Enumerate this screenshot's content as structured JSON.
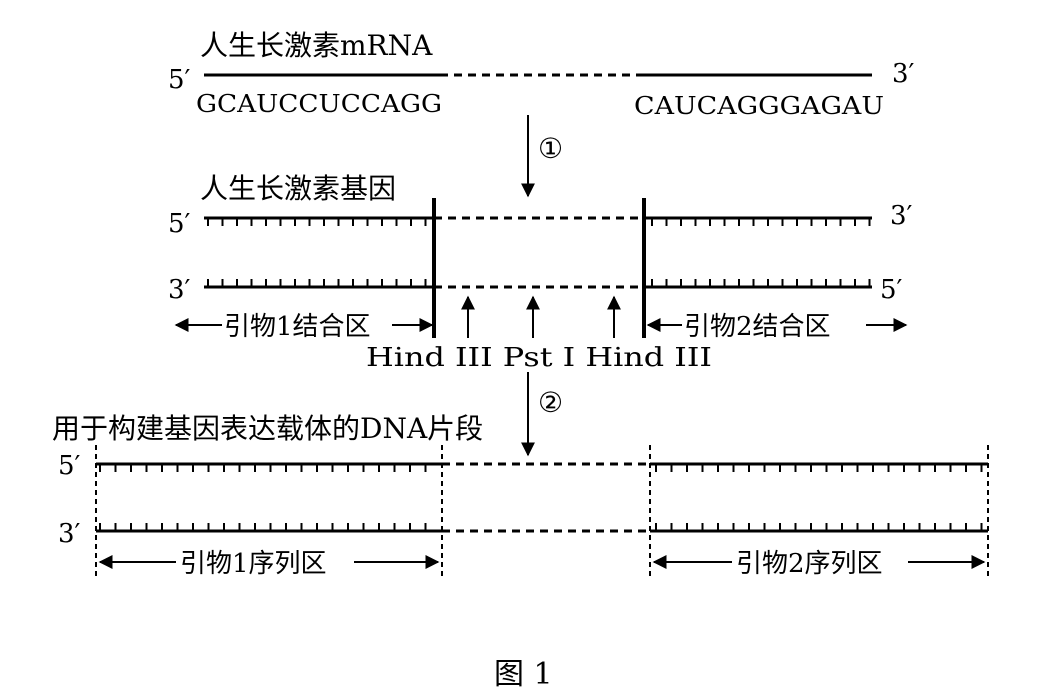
{
  "mrna": {
    "title": "人生长激素mRNA",
    "left_end": "5′",
    "right_end": "3′",
    "left_seq": "GCAUCCUCCAGG",
    "right_seq": "CAUCAGGGAGAU"
  },
  "steps": {
    "step1": "①",
    "step2": "②"
  },
  "gene": {
    "title": "人生长激素基因",
    "top_left": "5′",
    "top_right": "3′",
    "bottom_left": "3′",
    "bottom_right": "5′",
    "primer1_region": "引物1结合区",
    "primer2_region": "引物2结合区",
    "enzymes": "Hind III Pst I Hind III"
  },
  "fragment": {
    "title": "用于构建基因表达载体的DNA片段",
    "top_left": "5′",
    "bottom_left": "3′",
    "primer1_seq_region": "引物1序列区",
    "primer2_seq_region": "引物2序列区"
  },
  "caption": "图 1"
}
